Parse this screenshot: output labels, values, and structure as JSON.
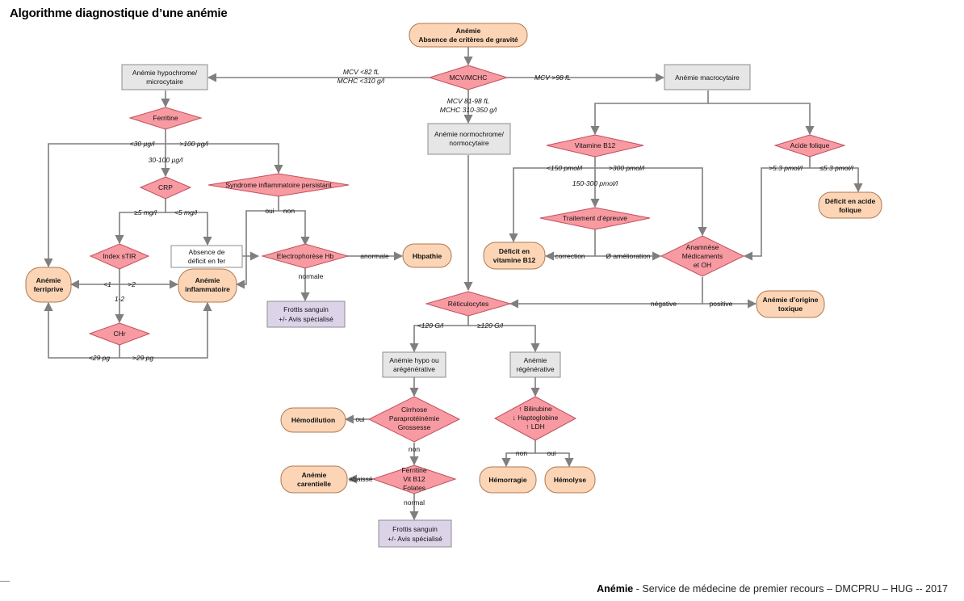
{
  "title": "Algorithme diagnostique d’une anémie",
  "footer": {
    "bold": "Anémie",
    "text": " - Service de médecine de premier recours – DMCPRU – HUG -- 2017"
  },
  "nodes": {
    "anemie": [
      "Anémie",
      "Absence de critères de gravité"
    ],
    "mcv_mchc": [
      "MCV/MCHC"
    ],
    "hypochrome": [
      "Anémie hypochrome/",
      "microcytaire"
    ],
    "macrocytaire": [
      "Anémie macrocytaire"
    ],
    "normochrome": [
      "Anémie normochrome/",
      "normocytaire"
    ],
    "ferritine": [
      "Ferritine"
    ],
    "crp": [
      "CRP"
    ],
    "syndrome": [
      "Syndrome inflammatoire persistant"
    ],
    "index_stir": [
      "Index sTIR"
    ],
    "absence_deficit": [
      "Absence de",
      "déficit en fer"
    ],
    "electrophorese": [
      "Electrophorèse Hb"
    ],
    "hbpathie": [
      "Hbpathie"
    ],
    "ferriprive": [
      "Anémie",
      "ferriprive"
    ],
    "inflammatoire": [
      "Anémie",
      "inflammatoire"
    ],
    "chr": [
      "CHr"
    ],
    "frottis1": [
      "Frottis sanguin",
      "+/- Avis spécialisé"
    ],
    "vitb12": [
      "Vitamine B12"
    ],
    "acide_folique": [
      "Acide folique"
    ],
    "deficit_folique": [
      "Déficit en acide",
      "folique"
    ],
    "traitement": [
      "Traitement d’épreuve"
    ],
    "deficit_b12": [
      "Déficit en",
      "vitamine B12"
    ],
    "anamnese": [
      "Anamnèse",
      "Médicaments",
      "et OH"
    ],
    "reticulocytes": [
      "Réticulocytes"
    ],
    "toxique": [
      "Anémie d’origine",
      "toxique"
    ],
    "hypo_aregen": [
      "Anémie hypo ou",
      "arégénérative"
    ],
    "regen": [
      "Anémie",
      "régénérative"
    ],
    "cirrhose": [
      "Cirrhose",
      "Paraprotéinémie",
      "Grossesse"
    ],
    "hemodilution": [
      "Hémodilution"
    ],
    "bilirubine": [
      "↑ Bilirubine",
      "↓ Haptoglobine",
      "↑ LDH"
    ],
    "ferritine_vit": [
      "Ferritine",
      "Vit B12",
      "Folates"
    ],
    "carentielle": [
      "Anémie",
      "carentielle"
    ],
    "frottis2": [
      "Frottis sanguin",
      "+/- Avis spécialisé"
    ],
    "hemorragie": [
      "Hémorragie"
    ],
    "hemolyse": [
      "Hémolyse"
    ]
  },
  "edge_labels": {
    "mcv_low": [
      "MCV <82 fL",
      "MCHC <310 g/l"
    ],
    "mcv_high": "MCV >98 fL",
    "mcv_mid": [
      "MCV 81-98 fL",
      "MCHC 310-350 g/l"
    ],
    "ferr_low": "<30 µg/l",
    "ferr_high": ">100 µg/l",
    "ferr_mid": "30-100 µg/l",
    "crp_high": "≥5 mg/l",
    "crp_low": "<5 mg/l",
    "oui1": "oui",
    "non1": "non",
    "anormale": "anormale",
    "normale": "normale",
    "stir_lt1": "<1",
    "stir_gt2": ">2",
    "stir_12": "1-2",
    "chr_lt": "<29 pg",
    "chr_gt": ">29 pg",
    "b12_low": "<150 pmol/l",
    "b12_high": ">300 pmol/l",
    "b12_mid": "150-300 pmol/l",
    "correction": "correction",
    "amelioration": "Ø amélioration",
    "fol_high": ">5.3 pmol/l",
    "fol_low": "≤5.3 pmol/l",
    "negative": "négative",
    "positive": "positive",
    "ret_low": "<120 G/l",
    "ret_high": "≥120 G/l",
    "oui2": "oui",
    "non2": "non",
    "abaisse": "abaissé",
    "normal": "normal",
    "non3": "non",
    "oui3": "oui"
  }
}
